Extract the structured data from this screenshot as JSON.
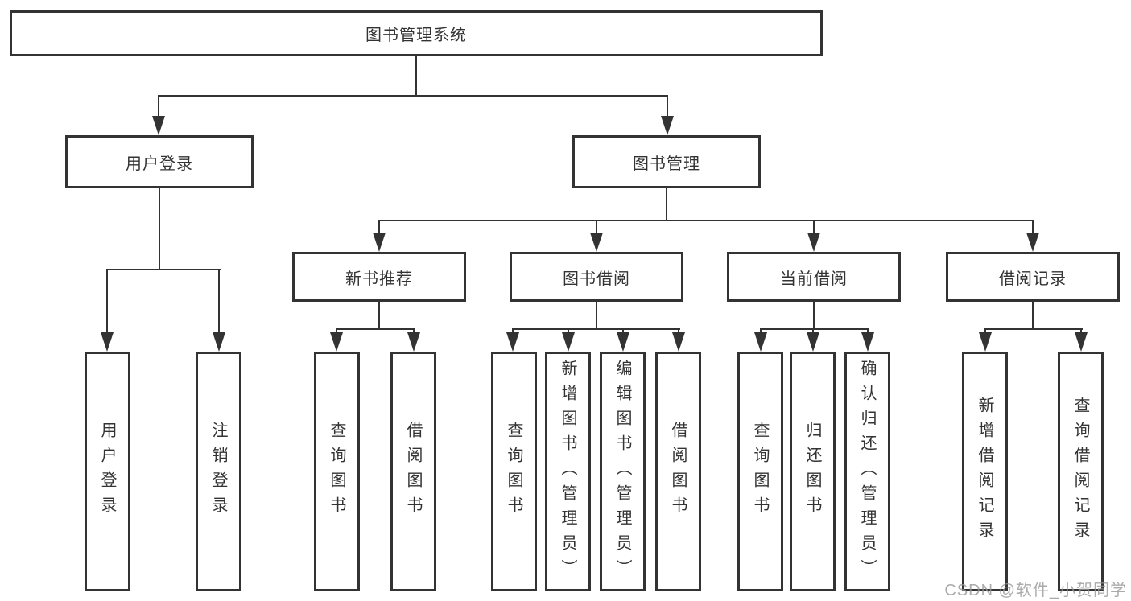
{
  "nodes": {
    "root": {
      "label": "图书管理系统"
    },
    "level2": [
      {
        "label": "用户登录"
      },
      {
        "label": "图书管理"
      }
    ],
    "level3": [
      {
        "label": "新书推荐",
        "parent": "图书管理"
      },
      {
        "label": "图书借阅",
        "parent": "图书管理"
      },
      {
        "label": "当前借阅",
        "parent": "图书管理"
      },
      {
        "label": "借阅记录",
        "parent": "图书管理"
      }
    ],
    "leaves": [
      {
        "label": "用户登录",
        "parent": "用户登录"
      },
      {
        "label": "注销登录",
        "parent": "用户登录"
      },
      {
        "label": "查询图书",
        "parent": "新书推荐"
      },
      {
        "label": "借阅图书",
        "parent": "新书推荐"
      },
      {
        "label": "查询图书",
        "parent": "图书借阅"
      },
      {
        "label": "新增图书（管理员）",
        "parent": "图书借阅"
      },
      {
        "label": "编辑图书（管理员）",
        "parent": "图书借阅"
      },
      {
        "label": "借阅图书",
        "parent": "图书借阅"
      },
      {
        "label": "查询图书",
        "parent": "当前借阅"
      },
      {
        "label": "归还图书",
        "parent": "当前借阅"
      },
      {
        "label": "确认归还（管理员）",
        "parent": "当前借阅"
      },
      {
        "label": "新增借阅记录",
        "parent": "借阅记录"
      },
      {
        "label": "查询借阅记录",
        "parent": "借阅记录"
      }
    ]
  },
  "watermark": {
    "text": "CSDN @软件_小贺同学"
  },
  "colors": {
    "line": "#333333",
    "text": "#333333",
    "background": "#ffffff",
    "watermark": "#969696"
  }
}
